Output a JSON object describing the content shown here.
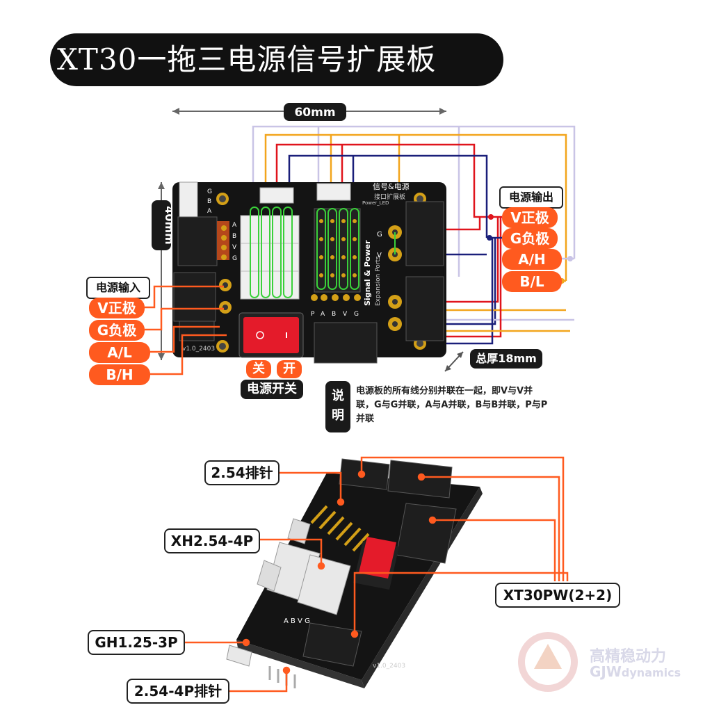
{
  "title": "XT30一拖三电源信号扩展板",
  "dims": {
    "width": "60mm",
    "height": "40mm",
    "thickness": "总厚18mm"
  },
  "input": {
    "header": "电源输入",
    "v": "V正极",
    "g": "G负极",
    "a": "A/L",
    "b": "B/H"
  },
  "output": {
    "header": "电源输出",
    "v": "V正极",
    "g": "G负极",
    "a": "A/H",
    "b": "B/L"
  },
  "switch": {
    "off": "关",
    "on": "开",
    "label": "电源开关"
  },
  "note": {
    "tab": "说明",
    "text": "电源板的所有线分别并联在一起，即V与V并联，G与G并联，A与A并联，B与B并联，P与P并联"
  },
  "board": {
    "silk_top": "信号&电源",
    "silk_sub": "接口扩展板",
    "silk_en": "Signal & Power",
    "silk_en2": "Expansion Ports",
    "power_led": "Power_LED",
    "version": "v1.0_2403",
    "pin_row": [
      "P",
      "A",
      "B",
      "V",
      "G"
    ],
    "gba": [
      "G",
      "B",
      "A"
    ],
    "side_labels": [
      "A",
      "B",
      "V",
      "G"
    ],
    "mid_labels": [
      "G",
      "V"
    ]
  },
  "callouts": {
    "header254": "2.54排针",
    "xh": "XH2.54-4P",
    "gh": "GH1.25-3P",
    "header254_4p": "2.54-4P排针",
    "xt30pw": "XT30PW(2+2)"
  },
  "logo": {
    "cn": "高精稳动力",
    "en_a": "GJW",
    "en_b": "dynamics"
  },
  "colors": {
    "accent": "#ff5a1f",
    "board": "#141414",
    "wire_red": "#e0141c",
    "wire_orange": "#f2a51c",
    "wire_navy": "#1a1f7a",
    "wire_lilac": "#c9c4e6"
  }
}
